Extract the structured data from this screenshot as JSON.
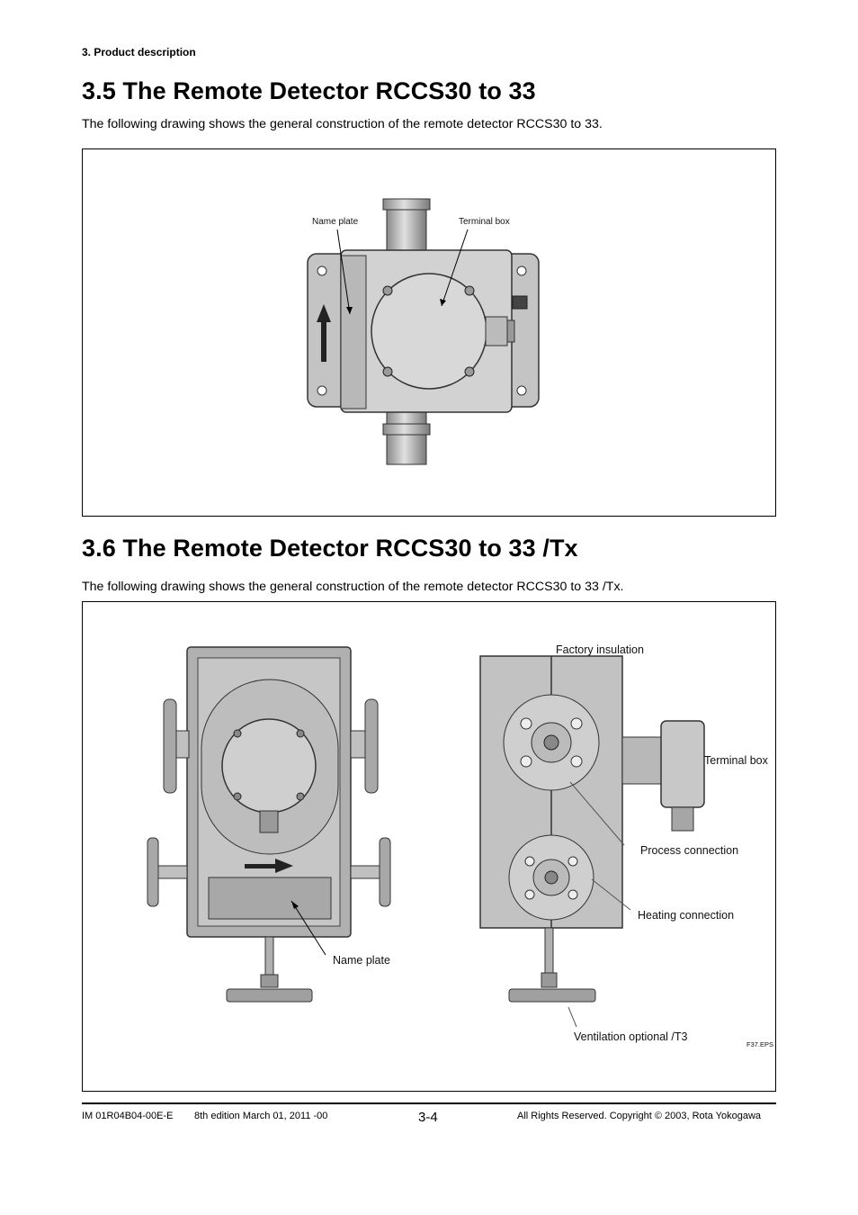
{
  "header": {
    "chapter": "3.  Product description"
  },
  "section_35": {
    "title": "3.5  The Remote Detector RCCS30 to 33",
    "intro": "The following drawing shows the general construction of the remote detector RCCS30 to 33.",
    "callouts": {
      "name_plate": "Name plate",
      "terminal_box": "Terminal box"
    }
  },
  "section_36": {
    "title": "3.6  The Remote Detector RCCS30 to 33 /Tx",
    "intro": "The following drawing shows the general construction of the remote detector RCCS30 to 33 /Tx.",
    "callouts": {
      "factory_insulation": "Factory insulation",
      "terminal_box": "Terminal box",
      "process_connection": "Process connection",
      "heating_connection": "Heating connection",
      "name_plate": "Name plate",
      "ventilation": "Ventilation optional /T3",
      "figure_id": "F37.EPS"
    }
  },
  "footer": {
    "doc_id": "IM 01R04B04-00E-E",
    "edition": "8th edition March 01, 2011 -00",
    "page": "3-4",
    "copyright": "All Rights Reserved. Copyright © 2003, Rota Yokogawa"
  }
}
